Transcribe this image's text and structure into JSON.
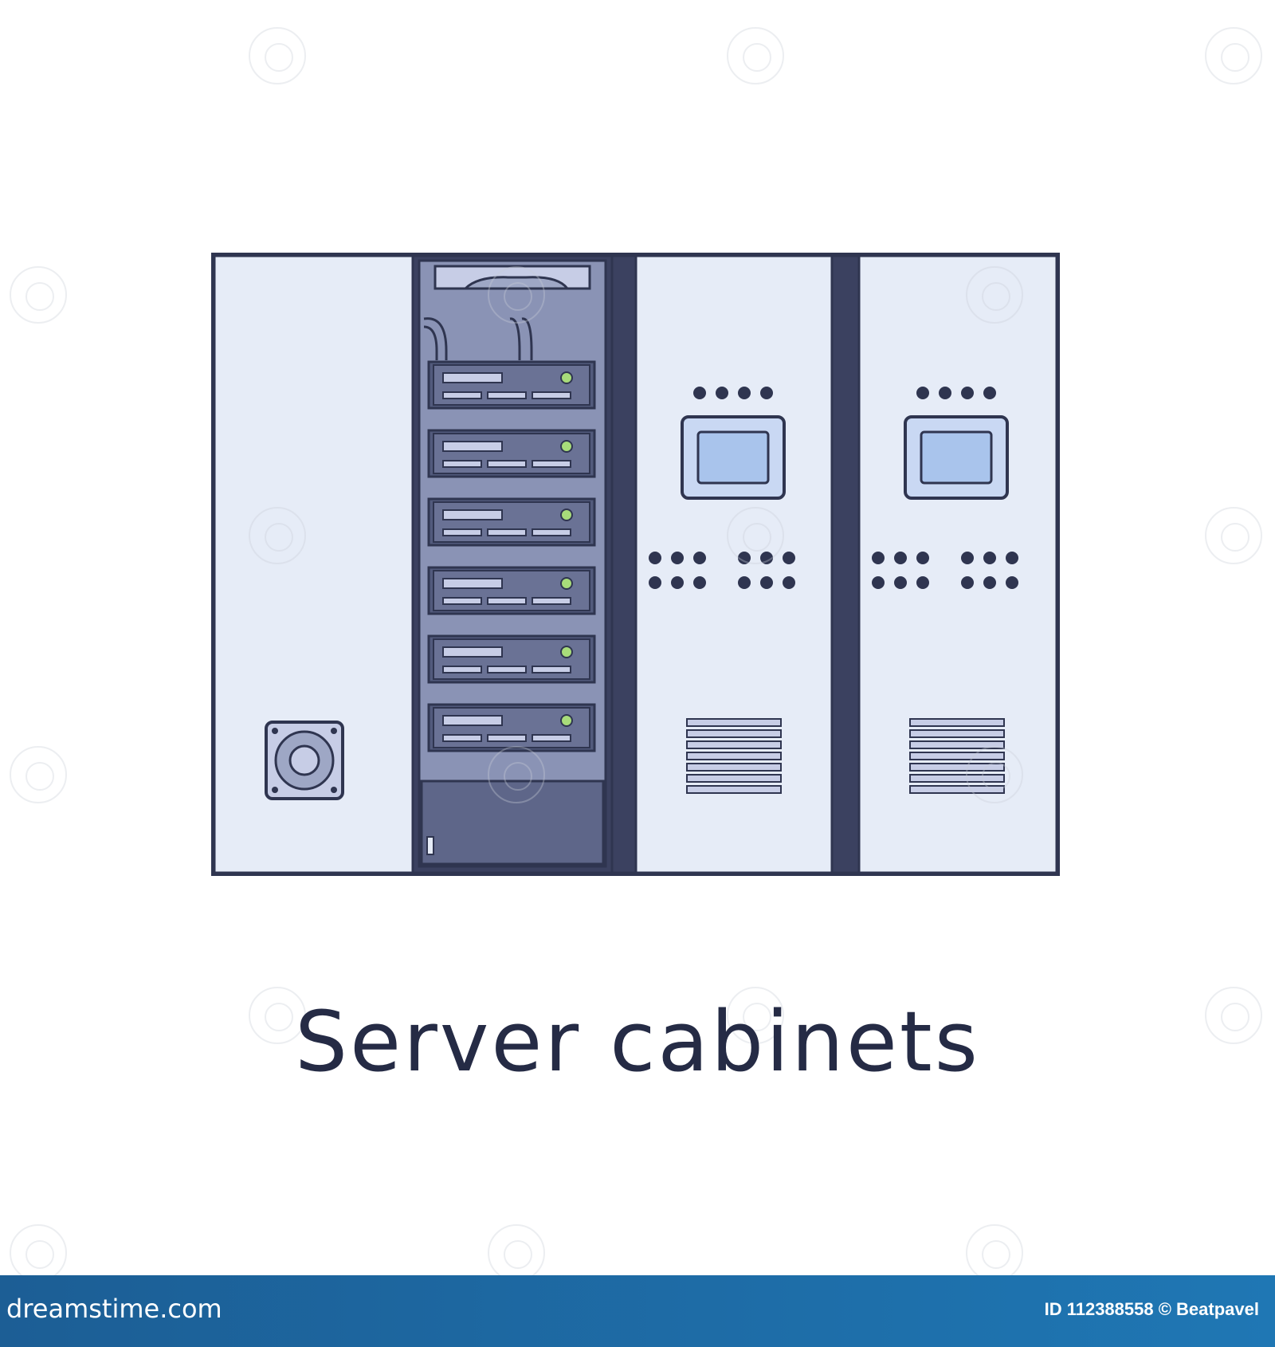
{
  "caption": "Server cabinets",
  "footer": {
    "logo_text": "dreamstime.com",
    "id_text": "ID 112388558 © Beatpavel"
  },
  "colors": {
    "background": "#ffffff",
    "outline": "#2f3550",
    "panel_fill": "#e6ecf7",
    "rack_interior": "#8a93b5",
    "server_unit": "#525a7c",
    "server_label": "#c7cde6",
    "screen_blue": "#a9c4ec",
    "led_green": "#a8dc7a",
    "footer_blue": "#1f77b4"
  },
  "icons": [
    "watermark-spiral-icon",
    "fan-icon",
    "status-led-icon",
    "display-screen-icon",
    "vent-grille-icon"
  ]
}
